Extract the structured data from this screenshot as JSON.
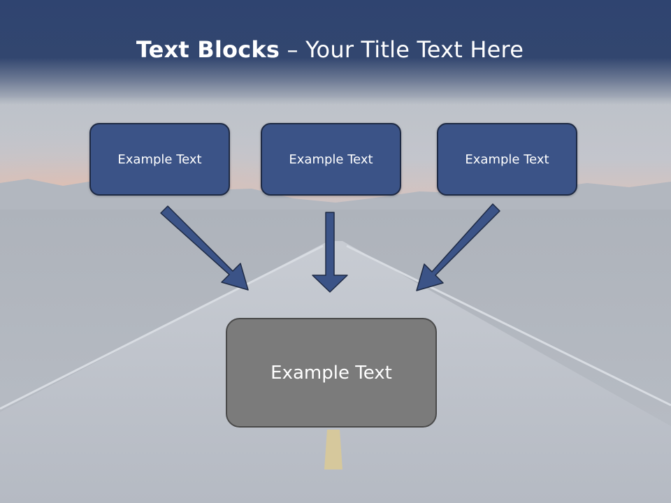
{
  "slide": {
    "title_bold": "Text Blocks",
    "title_dash": " – ",
    "title_rest": "Your Title Text Here",
    "top_blocks": [
      {
        "label": "Example Text"
      },
      {
        "label": "Example Text"
      },
      {
        "label": "Example Text"
      }
    ],
    "bottom_block": {
      "label": "Example Text"
    }
  },
  "colors": {
    "header": "#2f4470",
    "block_fill": "#3b5387",
    "block_border": "#1e2a44",
    "main_block_fill": "#7b7b7b",
    "arrow": "#3b5387"
  }
}
